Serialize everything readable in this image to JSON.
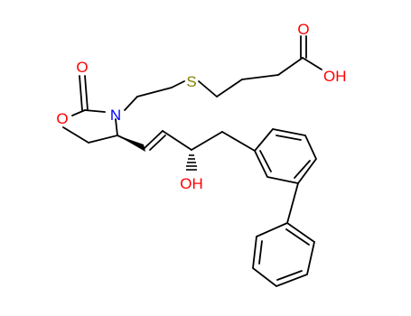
{
  "atoms": {
    "o_carbonyl": "O",
    "n_ring": "N",
    "o_ring": "O",
    "s_thioether": "S",
    "o_acid_carbonyl": "O",
    "oh_acid": "OH",
    "oh_alcohol": "OH"
  },
  "colors": {
    "bond": "#000000",
    "oxygen": "#ff0000",
    "nitrogen": "#0000ff",
    "sulfur": "#808000"
  }
}
